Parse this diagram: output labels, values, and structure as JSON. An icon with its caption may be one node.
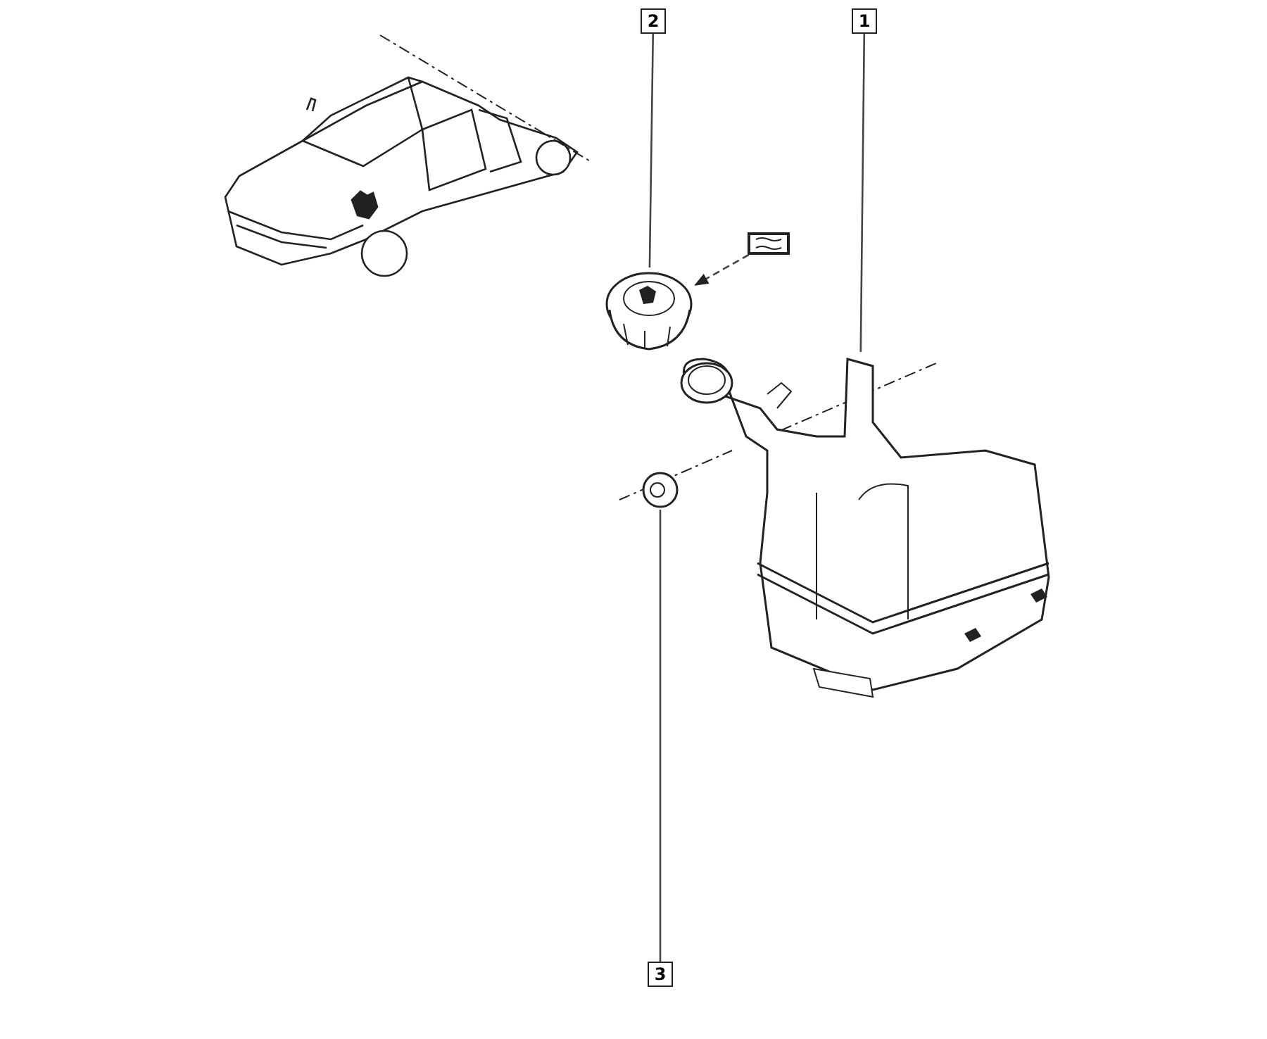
{
  "diagram": {
    "nodes": [
      {
        "text": [
          "2"
        ]
      },
      {
        "text": [
          "1"
        ]
      },
      {
        "text": [],
        "shape": "box"
      },
      {
        "text": [],
        "shape": "picture"
      },
      {
        "text": [],
        "shape": "picture"
      },
      {
        "text": [],
        "shape": "picture"
      },
      {
        "text": [
          "3"
        ]
      }
    ],
    "edges": [
      {
        "from": 0,
        "to": 3,
        "arrow": "none"
      },
      {
        "from": 1,
        "to": 4,
        "arrow": "none"
      },
      {
        "from": 6,
        "to": 5,
        "arrow": "none"
      },
      {
        "from": 2,
        "to": 3,
        "arrow": "to",
        "style": "dashed"
      }
    ]
  }
}
